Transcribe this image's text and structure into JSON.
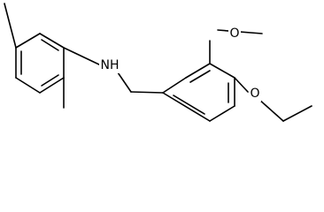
{
  "atom_labels": {
    "amine_nitrogen": "NH",
    "methoxy_oxygen": "O",
    "ethoxy_oxygen": "O"
  },
  "colors": {
    "bond": "#000000",
    "background": "#ffffff"
  }
}
